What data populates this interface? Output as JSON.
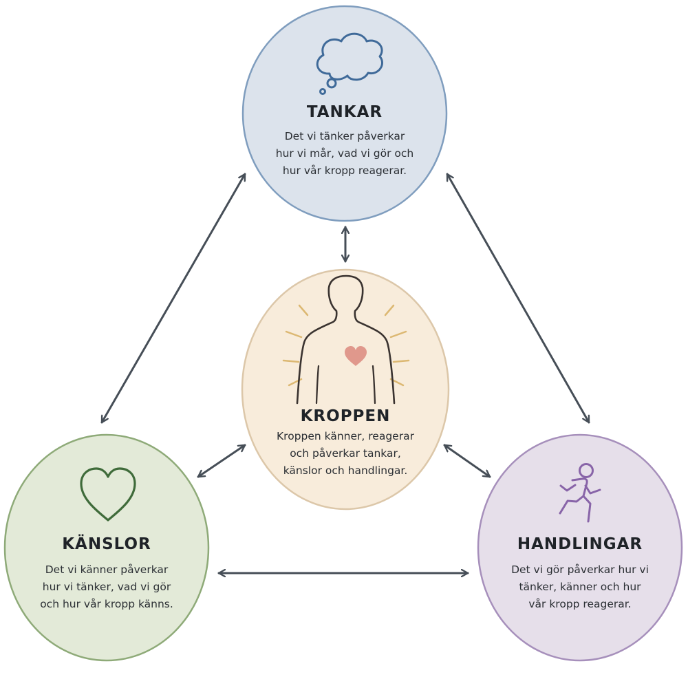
{
  "colors": {
    "arrow": "#464e57",
    "tankar_fill": "#dce3ec",
    "tankar_stroke": "#7f9dbe",
    "tankar_icon": "#3f6a99",
    "kroppen_fill": "#f8ecdb",
    "kroppen_stroke": "#dcc7a9",
    "kroppen_icon": "#3a3330",
    "kroppen_rays": "#dcb872",
    "kroppen_heart": "#e0988c",
    "kanslor_fill": "#e3ead8",
    "kanslor_stroke": "#8eaa78",
    "kanslor_icon": "#3f6b3a",
    "handlingar_fill": "#e6dfea",
    "handlingar_stroke": "#a68fbb",
    "handlingar_icon": "#8864a8"
  },
  "nodes": {
    "tankar": {
      "title": "TANKAR",
      "icon": "thought-cloud-icon",
      "lines": [
        "Det vi tänker påverkar",
        "hur vi mår, vad vi gör och",
        "hur vår kropp reagerar."
      ]
    },
    "kroppen": {
      "title": "KROPPEN",
      "icon": "body-outline-icon",
      "lines": [
        "Kroppen känner, reagerar",
        "och påverkar tankar,",
        "känslor och handlingar."
      ]
    },
    "kanslor": {
      "title": "KÄNSLOR",
      "icon": "heart-icon",
      "lines": [
        "Det vi känner påverkar",
        "hur vi tänker, vad vi gör",
        "och hur vår kropp känns."
      ]
    },
    "handlingar": {
      "title": "HANDLINGAR",
      "icon": "running-person-icon",
      "lines": [
        "Det vi gör påverkar hur vi",
        "tänker, känner och hur",
        "vår kropp reagerar."
      ]
    }
  }
}
